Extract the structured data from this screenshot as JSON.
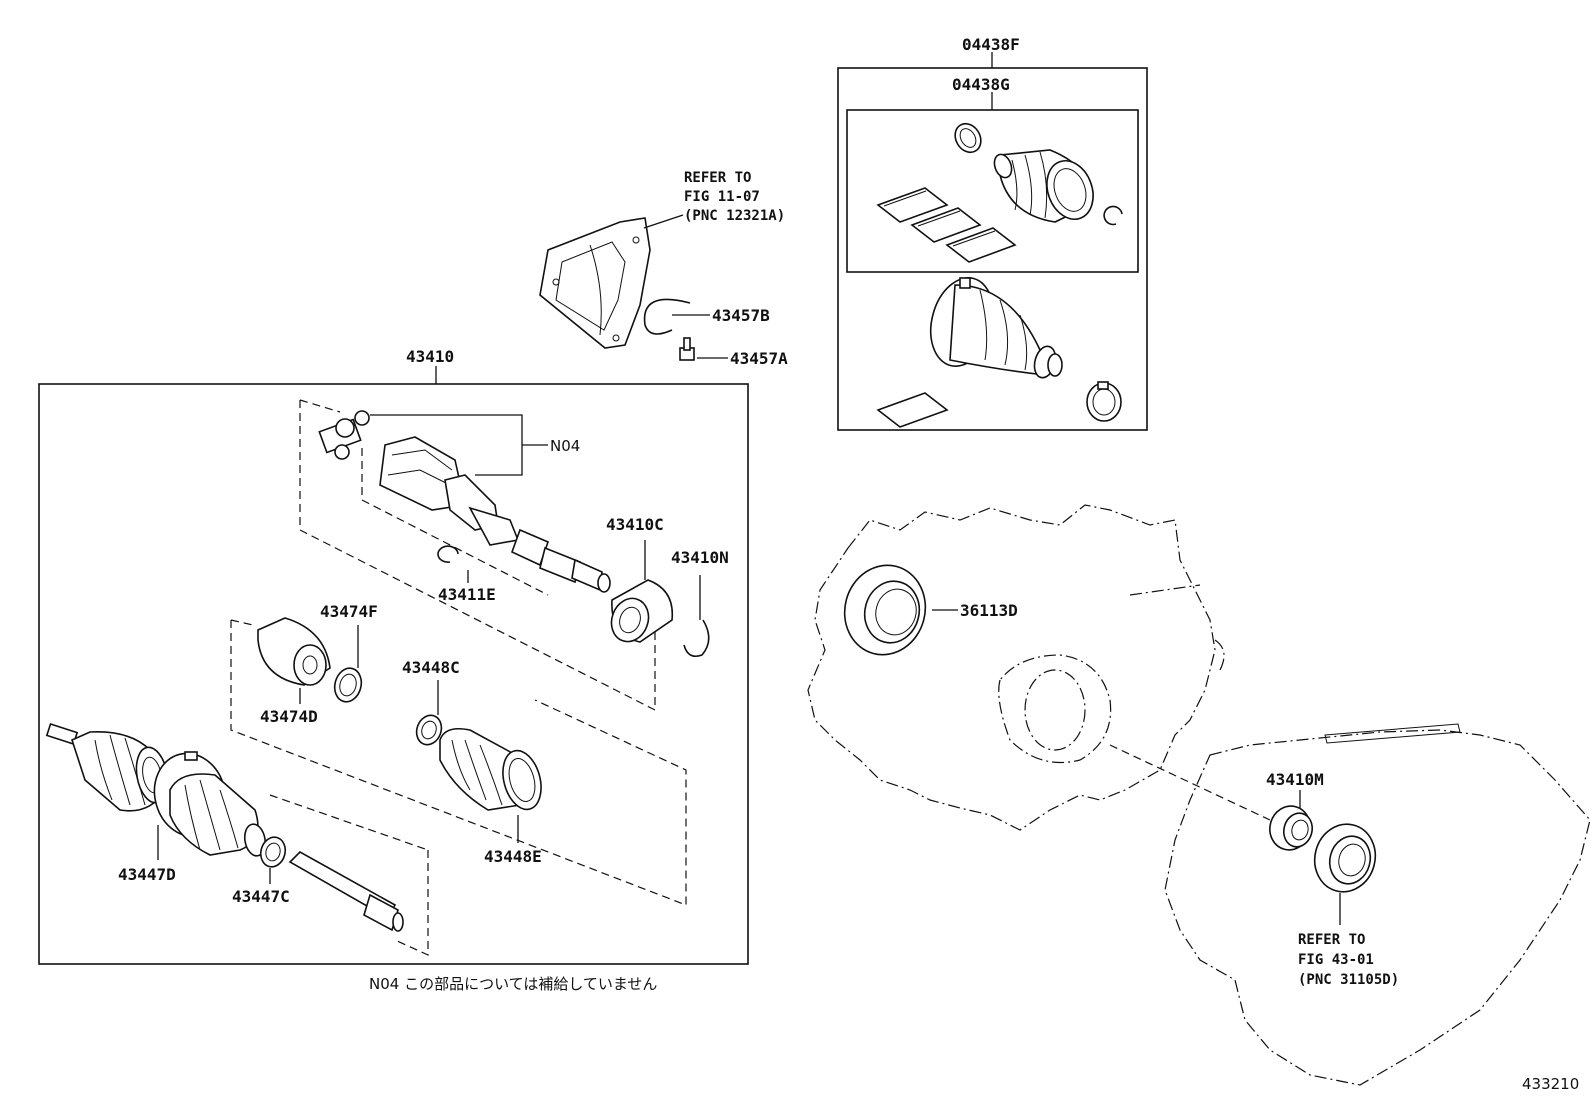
{
  "labels": {
    "p04438F": "04438F",
    "p04438G": "04438G",
    "p43410": "43410",
    "p43457B": "43457B",
    "p43457A": "43457A",
    "n04": "N04",
    "p43410C": "43410C",
    "p43410N": "43410N",
    "p43411E": "43411E",
    "p43474F": "43474F",
    "p43474D": "43474D",
    "p43448C": "43448C",
    "p43448E": "43448E",
    "p43447D": "43447D",
    "p43447C": "43447C",
    "p36113D": "36113D",
    "p43410M": "43410M"
  },
  "refer_top": {
    "line1": "REFER TO",
    "line2": "FIG 11-07",
    "line3": "(PNC 12321A)"
  },
  "refer_bottom": {
    "line1": "REFER TO",
    "line2": "FIG 43-01",
    "line3": "(PNC 31105D)"
  },
  "note_text": "N04 この部品については補給していません",
  "figure_number": "433210"
}
